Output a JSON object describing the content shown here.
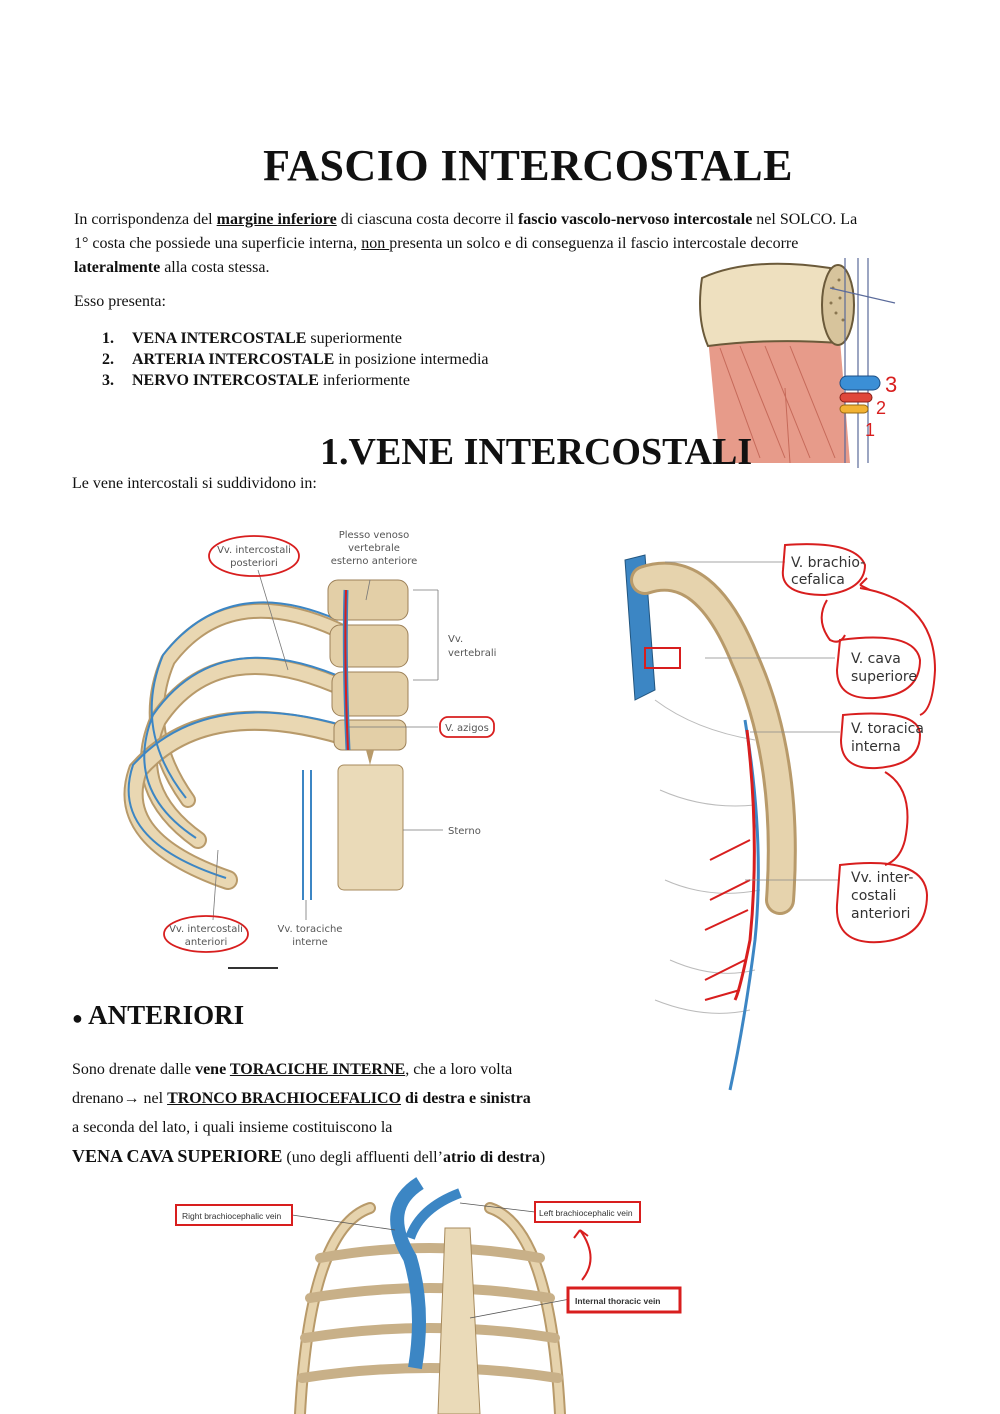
{
  "title": "FASCIO INTERCOSTALE",
  "intro": {
    "t1": "In corrispondenza del ",
    "b1": "margine inferiore",
    "t2": " di ciascuna costa decorre il ",
    "b2": "fascio vascolo-nervoso intercostale",
    "t3": " nel SOLCO. La",
    "t4": "1° costa che possiede una superficie interna, ",
    "u1": "non ",
    "t5": "presenta un solco e di conseguenza il fascio intercostale decorre",
    "b3": "lateralmente",
    "t6": " alla costa stessa."
  },
  "esso": "Esso presenta:",
  "layers": [
    {
      "num": "1.",
      "name": "VENA INTERCOSTALE",
      "pos": " superiormente"
    },
    {
      "num": "2.",
      "name": "ARTERIA INTERCOSTALE",
      "pos": " in posizione intermedia"
    },
    {
      "num": "3.",
      "name": "NERVO INTERCOSTALE",
      "pos": " inferiormente"
    }
  ],
  "rib_figure": {
    "labels": [
      "3",
      "2",
      "1"
    ],
    "colors": {
      "vein": "#3b8fd6",
      "artery": "#e0473a",
      "nerve": "#f2b233"
    }
  },
  "section1": "1.VENE INTERCOSTALI",
  "section1_intro": "Le vene intercostali si suddividono in:",
  "fig_left": {
    "labels": {
      "posteriori": [
        "Vv. intercostali",
        "posteriori"
      ],
      "plesso": [
        "Plesso venoso",
        "vertebrale",
        "esterno anteriore"
      ],
      "vertebrali": [
        "Vv.",
        "vertebrali"
      ],
      "azigos": "V. azigos",
      "sterno": "Sterno",
      "anteriori": [
        "Vv. intercostali",
        "anteriori"
      ],
      "toraciche": [
        "Vv. toraciche",
        "interne"
      ]
    }
  },
  "fig_right": {
    "labels": {
      "brachio": [
        "V. brachio-",
        "cefalica"
      ],
      "cava": [
        "V. cava",
        "superiore"
      ],
      "toracica": [
        "V. toracica",
        "interna"
      ],
      "intercostali": [
        "Vv. inter-",
        "costali",
        "anteriori"
      ]
    }
  },
  "anteriori": {
    "heading": "ANTERIORI",
    "l1a": "Sono drenate dalle ",
    "l1b": "vene ",
    "l1c": "TORACICHE INTERNE",
    "l1d": ",  che a loro volta",
    "l2a": "drenano→ nel ",
    "l2b": "TRONCO BRACHIOCEFALICO",
    "l2c": " di destra e sinistra",
    "l3": "a seconda del lato, i quali insieme costituiscono la",
    "l4a": "VENA CAVA SUPERIORE",
    "l4b": " (uno degli affluenti dell’",
    "l4c": "atrio di destra",
    "l4d": ")"
  },
  "fig_bottom": {
    "labels": {
      "right": "Right brachiocephalic vein",
      "left": "Left brachiocephalic vein",
      "internal": "Internal thoracic vein"
    }
  },
  "colors": {
    "annotation_red": "#d81e1e",
    "vein_blue": "#3c86c4",
    "bone": "#e3cfa7",
    "bone_dark": "#b89a6a"
  }
}
